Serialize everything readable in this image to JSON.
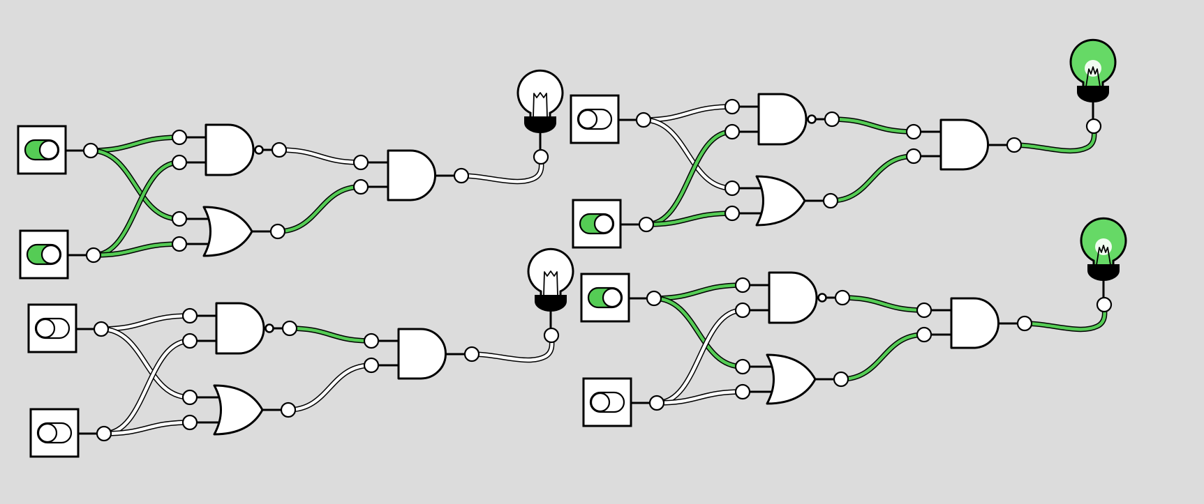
{
  "colors": {
    "background": "#dcdcdc",
    "active_wire": "#55cc55",
    "inactive_wire": "#ffffff",
    "bulb_on": "#66d966",
    "bulb_off": "#ffffff",
    "switch_on": "#55cc55"
  },
  "circuits": [
    {
      "id": "circuit-1",
      "inputs": [
        true,
        true
      ],
      "nand_output": false,
      "or_output": true,
      "output": false
    },
    {
      "id": "circuit-2",
      "inputs": [
        false,
        true
      ],
      "nand_output": true,
      "or_output": true,
      "output": true
    },
    {
      "id": "circuit-3",
      "inputs": [
        false,
        false
      ],
      "nand_output": true,
      "or_output": false,
      "output": false
    },
    {
      "id": "circuit-4",
      "inputs": [
        true,
        false
      ],
      "nand_output": true,
      "or_output": true,
      "output": true
    }
  ]
}
